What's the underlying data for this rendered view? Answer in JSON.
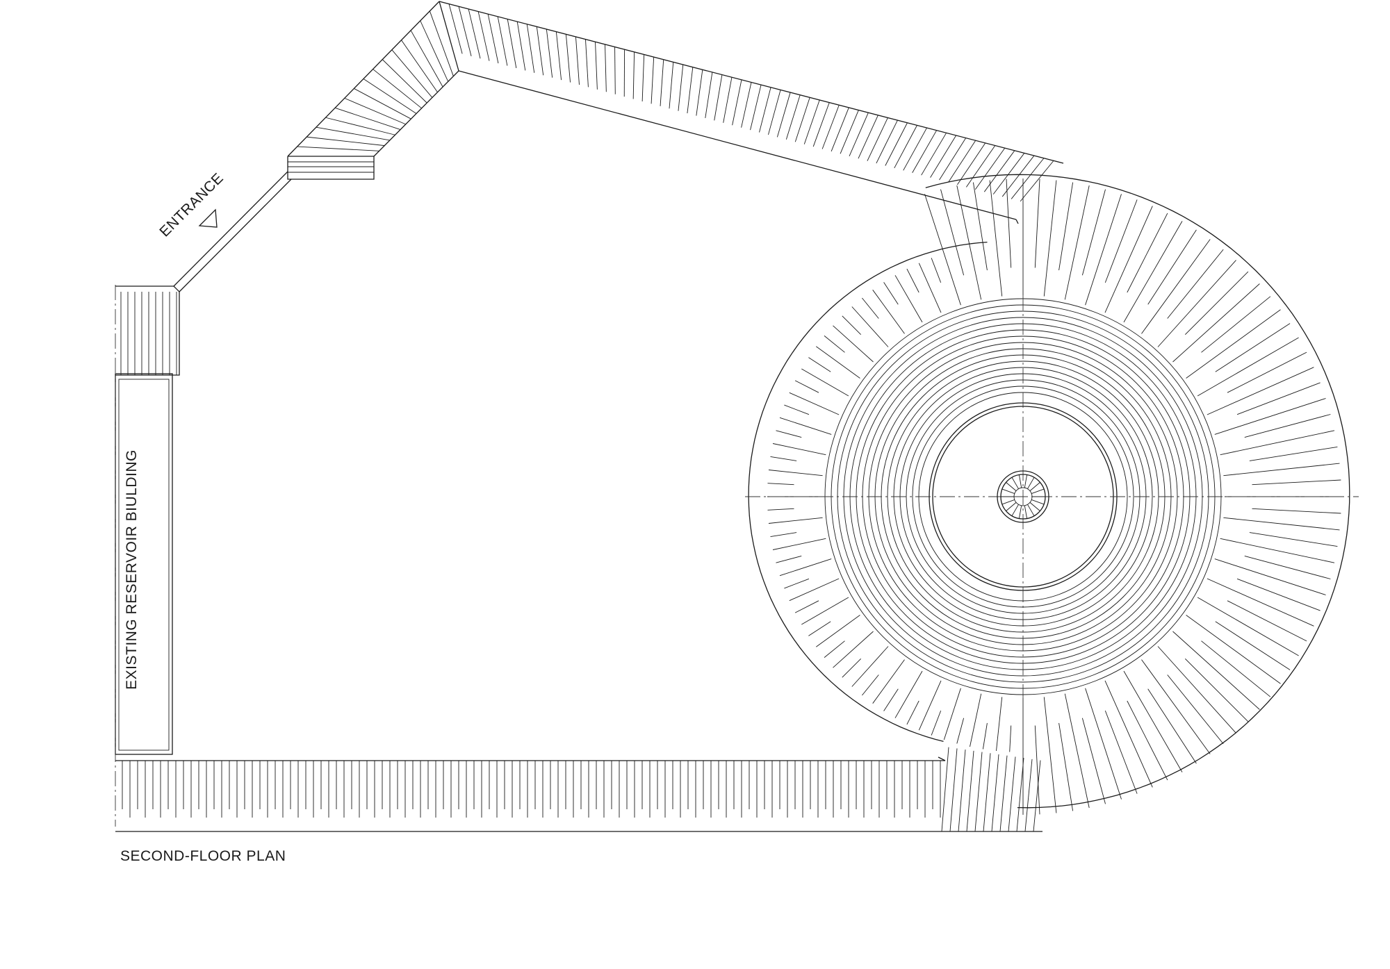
{
  "labels": {
    "entrance": "ENTRANCE",
    "existing_building": "EXISTING RESERVOIR BIULDING",
    "plan_title": "SECOND-FLOOR PLAN"
  }
}
